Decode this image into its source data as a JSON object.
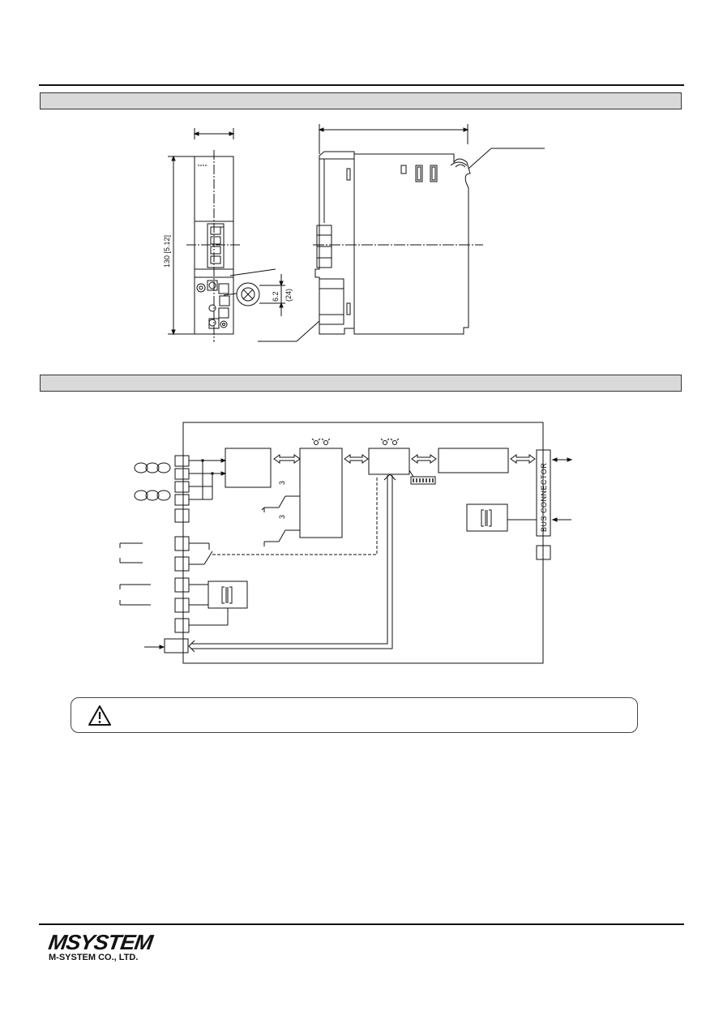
{
  "dimensions": {
    "height_label": "130 [5.12]",
    "pitch_label": "6.2",
    "pitch_label_2": "(24)"
  },
  "block_diagram": {
    "bus_connector_label": "BUS CONNECTOR",
    "switch_label_1": "3",
    "switch_label_2": "3"
  },
  "footer": {
    "logo_text": "MSYSTEM",
    "company_name": "M-SYSTEM CO., LTD."
  },
  "icons": {
    "warning": "warning-triangle-icon",
    "transformer": "isolation-transformer-icon"
  }
}
